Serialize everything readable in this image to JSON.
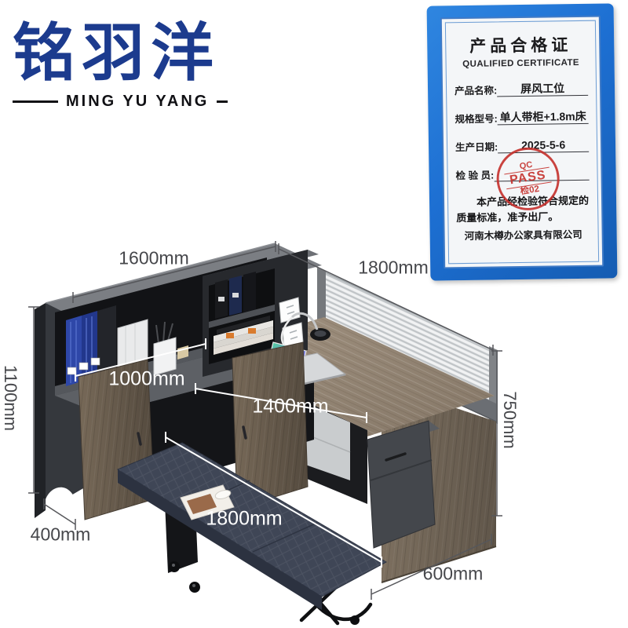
{
  "brand": {
    "logo_cn": "铭羽洋",
    "logo_en": "MING YU YANG",
    "logo_color": "#1c3b8e"
  },
  "certificate": {
    "title": "产品合格证",
    "subtitle": "QUALIFIED CERTIFICATE",
    "fields": [
      {
        "label": "产品名称:",
        "value": "屏风工位"
      },
      {
        "label": "规格型号:",
        "value": "单人带柜+1.8m床"
      },
      {
        "label": "生产日期:",
        "value": "2025-5-6"
      },
      {
        "label": "检 验 员:",
        "value": ""
      }
    ],
    "stamp": {
      "line1": "QC",
      "line2": "PASS",
      "line3": "检02",
      "color": "#c5302c"
    },
    "statement": "本产品经检验符合规定的质量标准，准予出厂。",
    "company": "河南木樽办公家具有限公司",
    "frame_color": "#1d6fd2"
  },
  "dimensions": {
    "hutch_width": "1600mm",
    "screen_length": "1800mm",
    "cabinet_height": "1100mm",
    "shelf_width": "1000mm",
    "desk_length": "1400mm",
    "screen_height": "750mm",
    "cabinet_depth": "400mm",
    "bed_length": "1800mm",
    "side_depth": "600mm"
  },
  "colors": {
    "cabinet_dark": "#35383d",
    "desk_wood": "#93846f",
    "door_wood": "#6b5e4f",
    "mattress": "#3f4656",
    "dim_text_dark": "#46474b",
    "dim_text_light": "#ffffff"
  }
}
